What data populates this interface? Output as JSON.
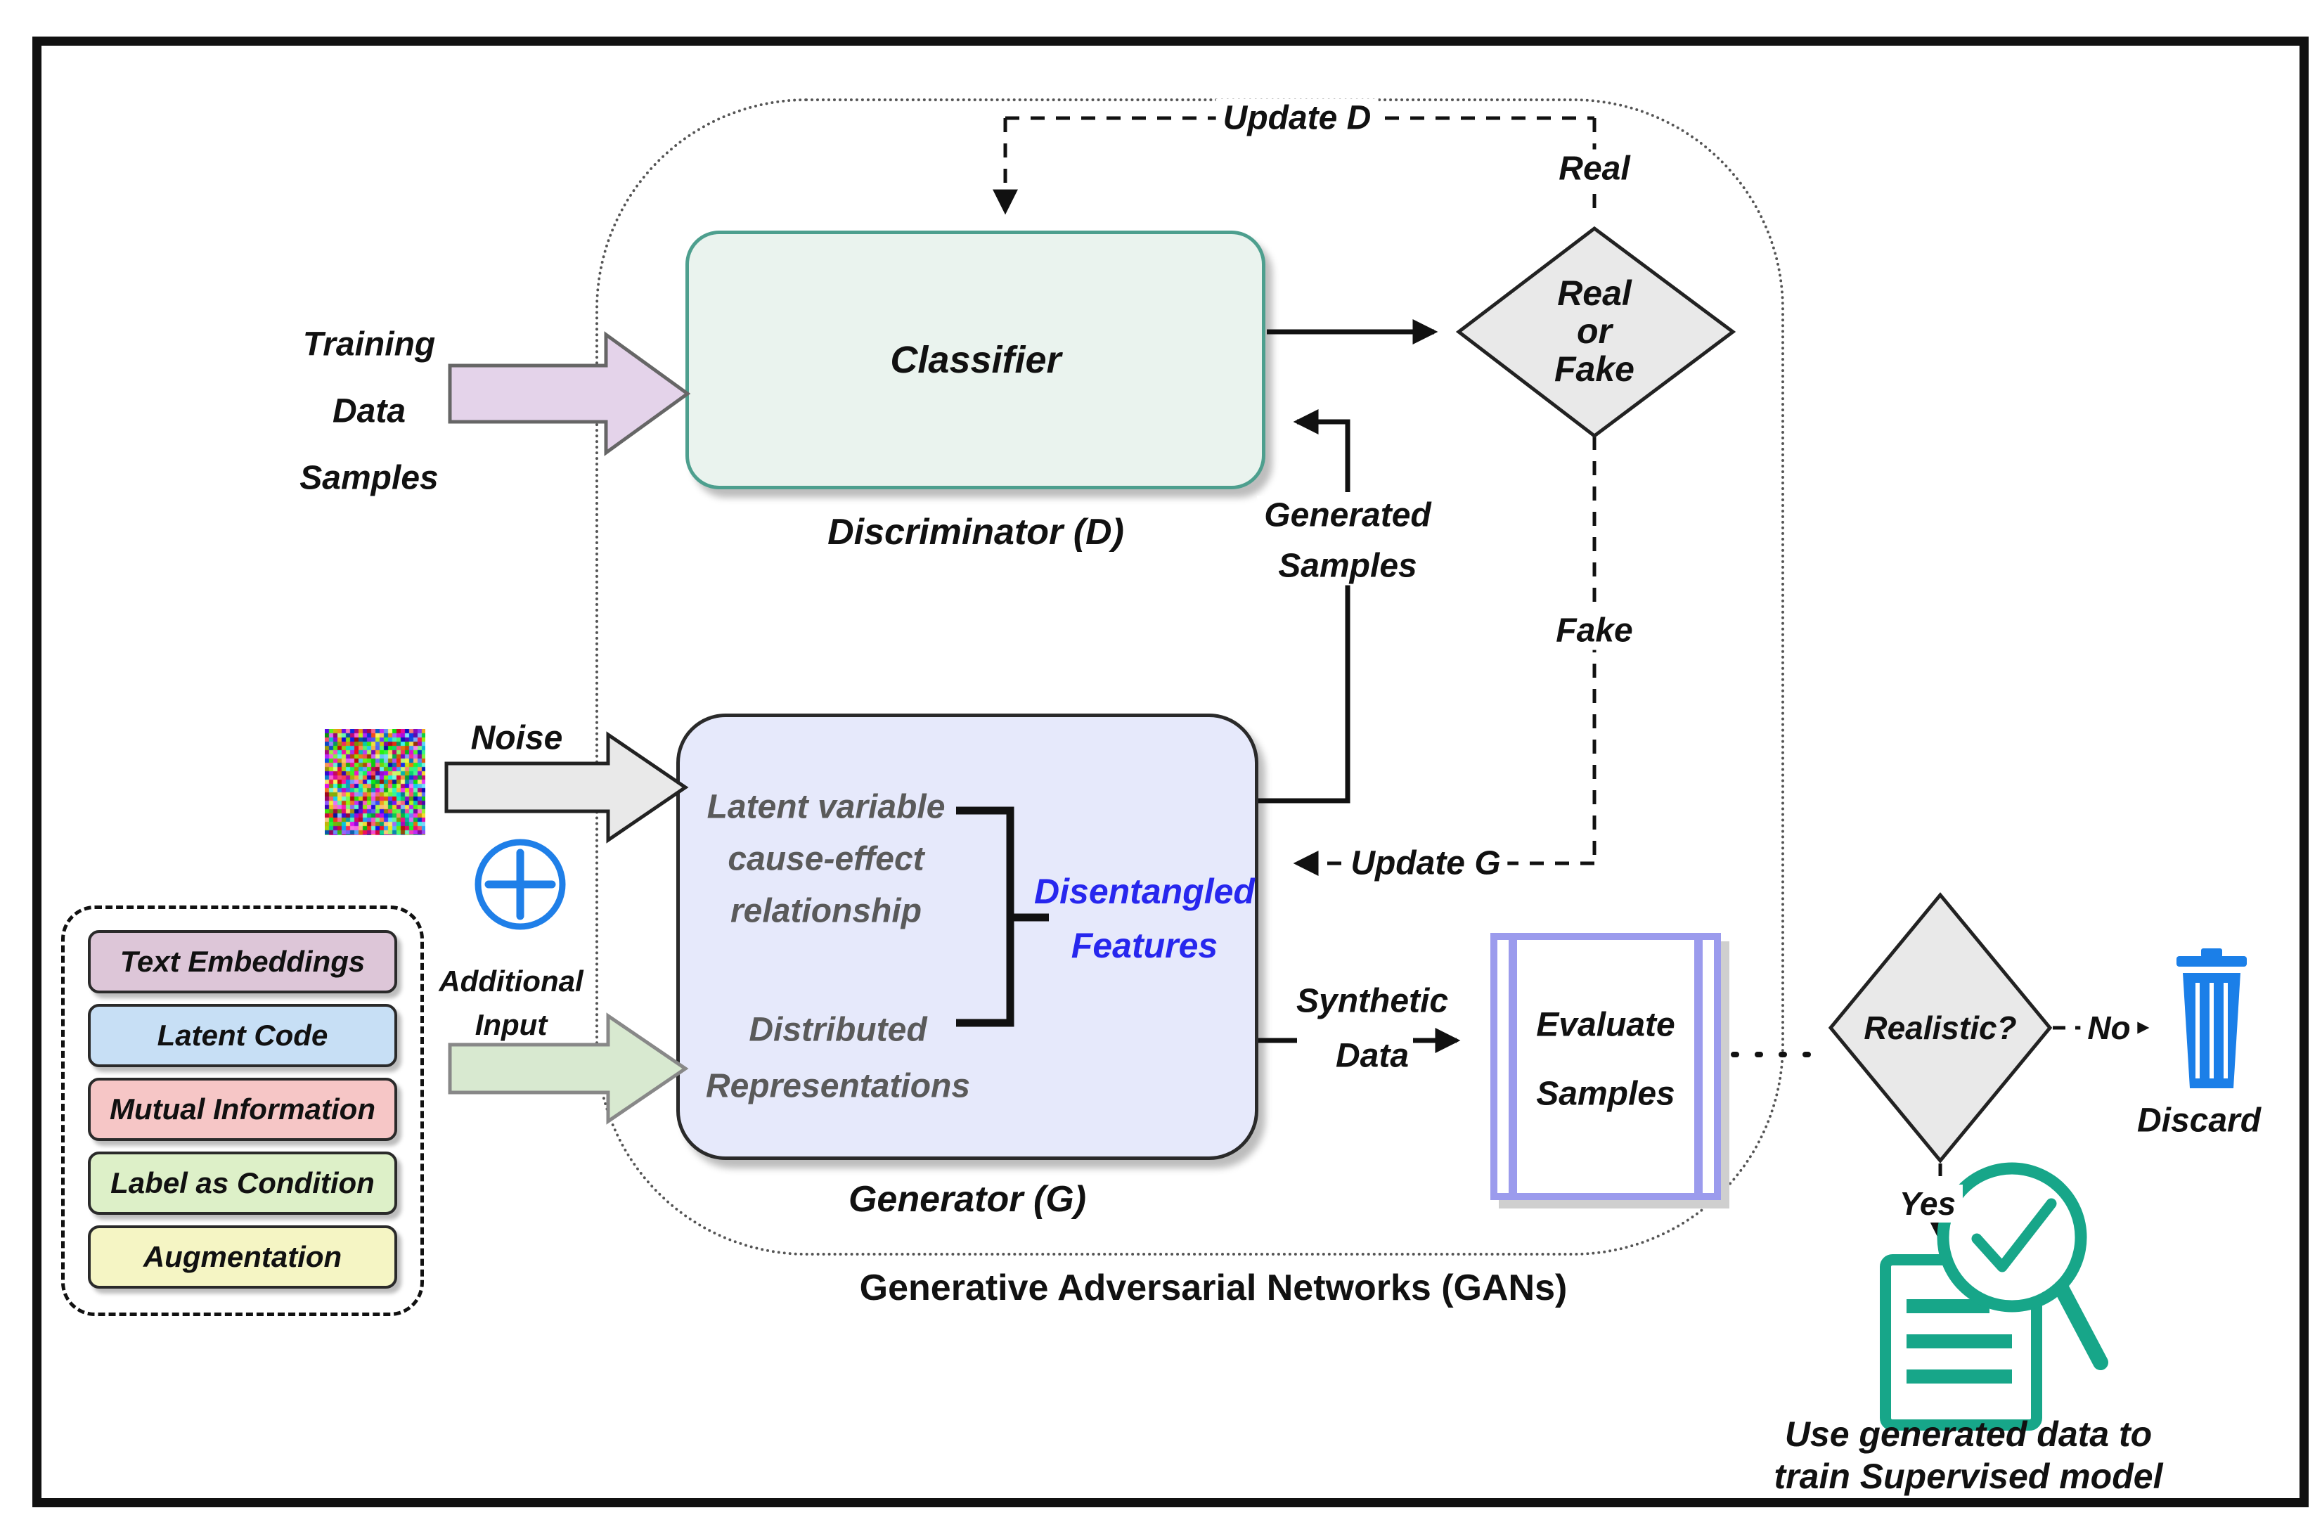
{
  "diagram": {
    "gans_label": "Generative Adversarial Networks (GANs)",
    "discriminator": {
      "box": "Classifier",
      "caption": "Discriminator (D)"
    },
    "generator": {
      "caption": "Generator (G)",
      "latent_lines": [
        "Latent variable",
        "cause-effect",
        "relationship"
      ],
      "distributed_lines": [
        "Distributed",
        "Representations"
      ],
      "disentangled_lines": [
        "Disentangled",
        "Features"
      ]
    },
    "labels": {
      "training": [
        "Training",
        "Data",
        "Samples"
      ],
      "noise": "Noise",
      "additional_input": [
        "Additional",
        "Input"
      ],
      "update_d": "Update D",
      "update_g": "Update G",
      "real": "Real",
      "fake": "Fake",
      "generated_samples": [
        "Generated",
        "Samples"
      ],
      "synthetic_data": [
        "Synthetic",
        "Data"
      ],
      "no": "No",
      "yes": "Yes",
      "discard": "Discard",
      "final_caption": [
        "Use generated data to",
        "train Supervised model"
      ]
    },
    "decisions": {
      "real_or_fake": [
        "Real",
        "or",
        "Fake"
      ],
      "realistic": "Realistic?"
    },
    "evaluate": [
      "Evaluate",
      "Samples"
    ],
    "conditions": [
      {
        "label": "Text Embeddings",
        "color": "#ddc6d8"
      },
      {
        "label": "Latent Code",
        "color": "#c7dff5"
      },
      {
        "label": "Mutual Information",
        "color": "#f6c6c6"
      },
      {
        "label": "Label as Condition",
        "color": "#ddf0c8"
      },
      {
        "label": "Augmentation",
        "color": "#f5f5c4"
      }
    ],
    "colors": {
      "classifier_fill": "#eaf3ee",
      "classifier_border": "#4d9f8e",
      "generator_fill": "#e6e9fb",
      "generator_border": "#2a2a2a",
      "diamond_fill": "#e9e9e9",
      "evaluate_border": "#9b9bed",
      "training_arrow": "#e4d3ea",
      "noise_arrow": "#e9e9e9",
      "additional_arrow": "#d8e9d0",
      "plus_blue": "#1f7fe8",
      "trash_blue": "#1b7fe8",
      "doc_green": "#17a689",
      "disentangled_text": "#2727ee",
      "generator_gray_text": "#5a5a5a"
    }
  }
}
